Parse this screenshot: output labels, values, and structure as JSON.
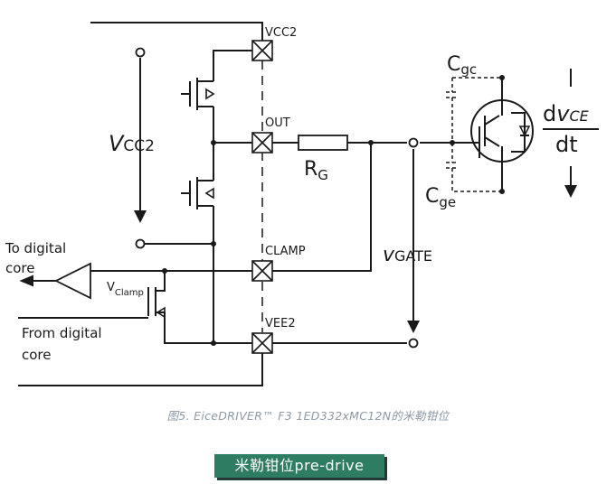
{
  "diagram": {
    "pins": {
      "vcc2": "VCC2",
      "out": "OUT",
      "clamp": "CLAMP",
      "vee2": "VEE2"
    },
    "labels": {
      "vcc2_main": "V",
      "vcc2_sub": "CC2",
      "rg_main": "R",
      "rg_sub": "G",
      "cgc_main": "C",
      "cgc_sub": "gc",
      "cge_main": "C",
      "cge_sub": "ge",
      "vgate_main": "v",
      "vgate_sub": "GATE",
      "vclamp_main": "V",
      "vclamp_sub": "Clamp",
      "to_digital_line1": "To digital",
      "to_digital_line2": "core",
      "from_digital_line1": "From digital",
      "from_digital_line2": "core",
      "dv_d": "d",
      "dv_v": "v",
      "dv_sub": "CE",
      "dt": "dt"
    }
  },
  "caption": "图5. EiceDRIVER™ F3 1ED332xMC12N的米勒钳位",
  "badge": "米勒钳位pre-drive"
}
